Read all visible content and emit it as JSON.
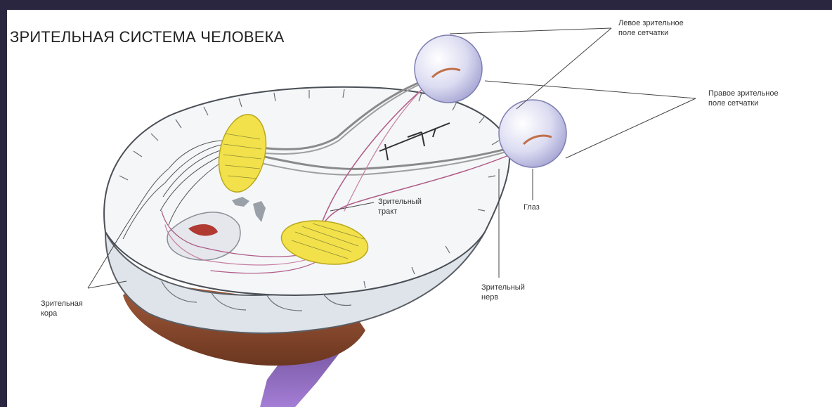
{
  "title": "ЗРИТЕЛЬНАЯ СИСТЕМА ЧЕЛОВЕКА",
  "labels": {
    "left_field": [
      "Левое зрительное",
      "поле сетчатки"
    ],
    "right_field": [
      "Правое зрительное",
      "поле сетчатки"
    ],
    "eye": "Глаз",
    "optic_tract": [
      "Зрительный",
      "тракт"
    ],
    "optic_nerve": [
      "Зрительный",
      "нерв"
    ],
    "visual_cortex": [
      "Зрительная",
      "кора"
    ]
  },
  "colors": {
    "background": "#2b2640",
    "panel": "#ffffff",
    "brain": "#e9edf2",
    "cerebellum": "#8b4a30",
    "brainstem": "#7a4fb0",
    "lgn": "#f2e14a",
    "fibers": "#b05a86"
  }
}
